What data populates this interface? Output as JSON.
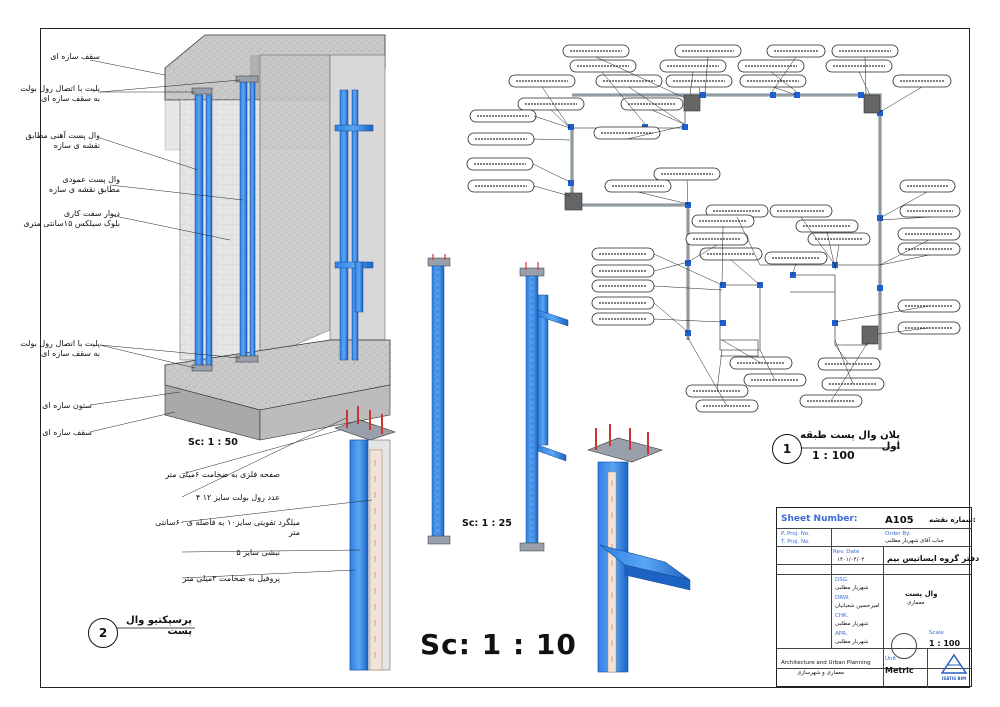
{
  "perspective_labels": {
    "ceiling_top": "سقف سازه ای",
    "plate_top": "پلیت با اتصال رول بولت\nبه سقف سازه ای",
    "steel_stud": "وال پست آهنی مطابق\nنقشه ی سازه",
    "vertical_post": "وال پست عمودی\nمطابق نقشه ی سازه",
    "block_wall": "دیوار سفت کاری\nبلوک سیلکس ۱۵سانتی متری",
    "plate_bottom": "پلیت با اتصال رول بولت\nبه سقف سازه ای",
    "column": "ستون سازه ای",
    "ceiling_bottom": "سقف سازه ای"
  },
  "detail_labels": {
    "plate": "صفحه فلزی به ضخامت ۶میلی متر",
    "bolts": "۴ عدد رول بولت سایز ۱۲",
    "stiffener": "میلگرد تقویتی سایز۱۰ به فاصله ی ۶۰سانتی متر",
    "channel": "نبشی سایز ۵",
    "profile": "پروفیل به ضخامت ۳میلی متر"
  },
  "scales": {
    "perspective": "Sc: 1 : 50",
    "elevation": "Sc: 1 : 25",
    "detail": "Sc: 1 : 10"
  },
  "perspective_title": {
    "number": "2",
    "label": "پرسپکتیو وال پست"
  },
  "plan_title": {
    "number": "1",
    "label": "پلان وال پست طبقه اول",
    "scale": "1 : 100"
  },
  "title_block": {
    "sheet_number_label": "Sheet Number:",
    "sheet_number_fa": "شماره نقشه:",
    "sheet_number": "A105",
    "p_proj_no": "P. Proj. No.",
    "t_proj_no": "T. Proj. No.",
    "order_by": "Order By:",
    "owner": "جناب آقای شهریار مطلبی",
    "rev_date": "Rev. Date",
    "date_val": "۱۴۰۱/۰۴/۰۴",
    "project": "دفتر گروه ایساتیس بیم",
    "drawing_title": "وال پست",
    "discipline": "معماری",
    "dsg": "DSG.",
    "drw": "DRW.",
    "chk": "CHK.",
    "apr": "APR.",
    "designer1": "شهریار مطلبی",
    "designer2": "امیرحسین شعبانیان",
    "designer3": "شهریار مطلبی",
    "designer4": "شهریار مطلبی",
    "scale_label": "Scale",
    "scale_val": "1 : 100",
    "firm": "Architecture and Urban Planning",
    "firm_fa": "معماری و شهرسازی",
    "unit_label": "Unit",
    "unit": "Metric",
    "logo_text": "ISATIS BIM"
  }
}
